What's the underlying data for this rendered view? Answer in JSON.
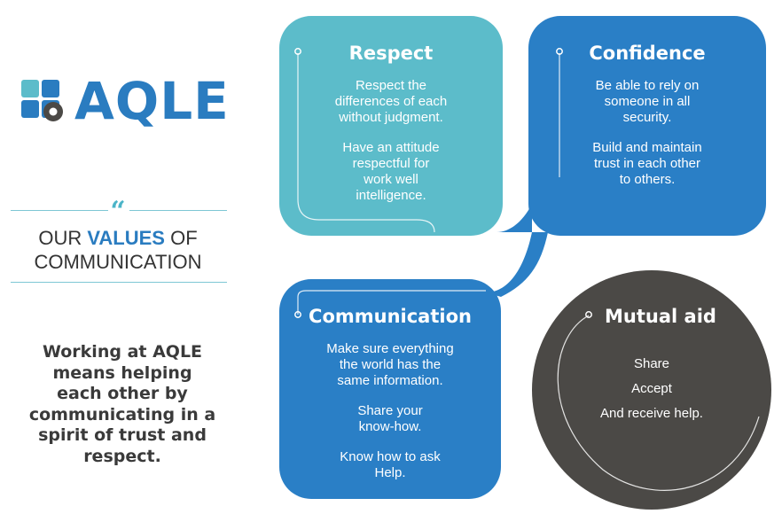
{
  "brand": {
    "name": "AQLE",
    "color": "#2a7cc0",
    "mark_colors": [
      "#2a7cc0",
      "#5cbcca",
      "#4b4946"
    ]
  },
  "heading": {
    "quote_mark": "“",
    "prefix": "OUR",
    "highlight": "VALUES",
    "suffix": "OF",
    "line2": "COMMUNICATION"
  },
  "intro_lines": [
    "Working at AQLE",
    "means helping",
    "each other by",
    "communicating in a",
    "spirit of trust and",
    "respect."
  ],
  "cards": {
    "respect": {
      "title": "Respect",
      "color": "#5cbcca",
      "p1": [
        "Respect the",
        "differences of each",
        "without judgment."
      ],
      "p2": [
        "Have an attitude",
        "respectful for",
        "work well",
        "intelligence."
      ]
    },
    "confidence": {
      "title": "Confidence",
      "color": "#2a7fc6",
      "p1": [
        "Be able to rely on",
        "someone in all",
        "security."
      ],
      "p2": [
        "Build and maintain",
        "trust in each other",
        "to others."
      ]
    },
    "communication": {
      "title": "Communication",
      "color": "#2a7fc6",
      "p1": [
        "Make sure everything",
        "the world has the",
        "same information."
      ],
      "p2": [
        "Share your",
        "know-how."
      ],
      "p3": [
        "Know how to ask",
        "Help."
      ]
    },
    "mutual_aid": {
      "title": "Mutual aid",
      "color": "#4b4946",
      "lines": [
        "Share",
        "Accept",
        "And receive help."
      ]
    }
  }
}
